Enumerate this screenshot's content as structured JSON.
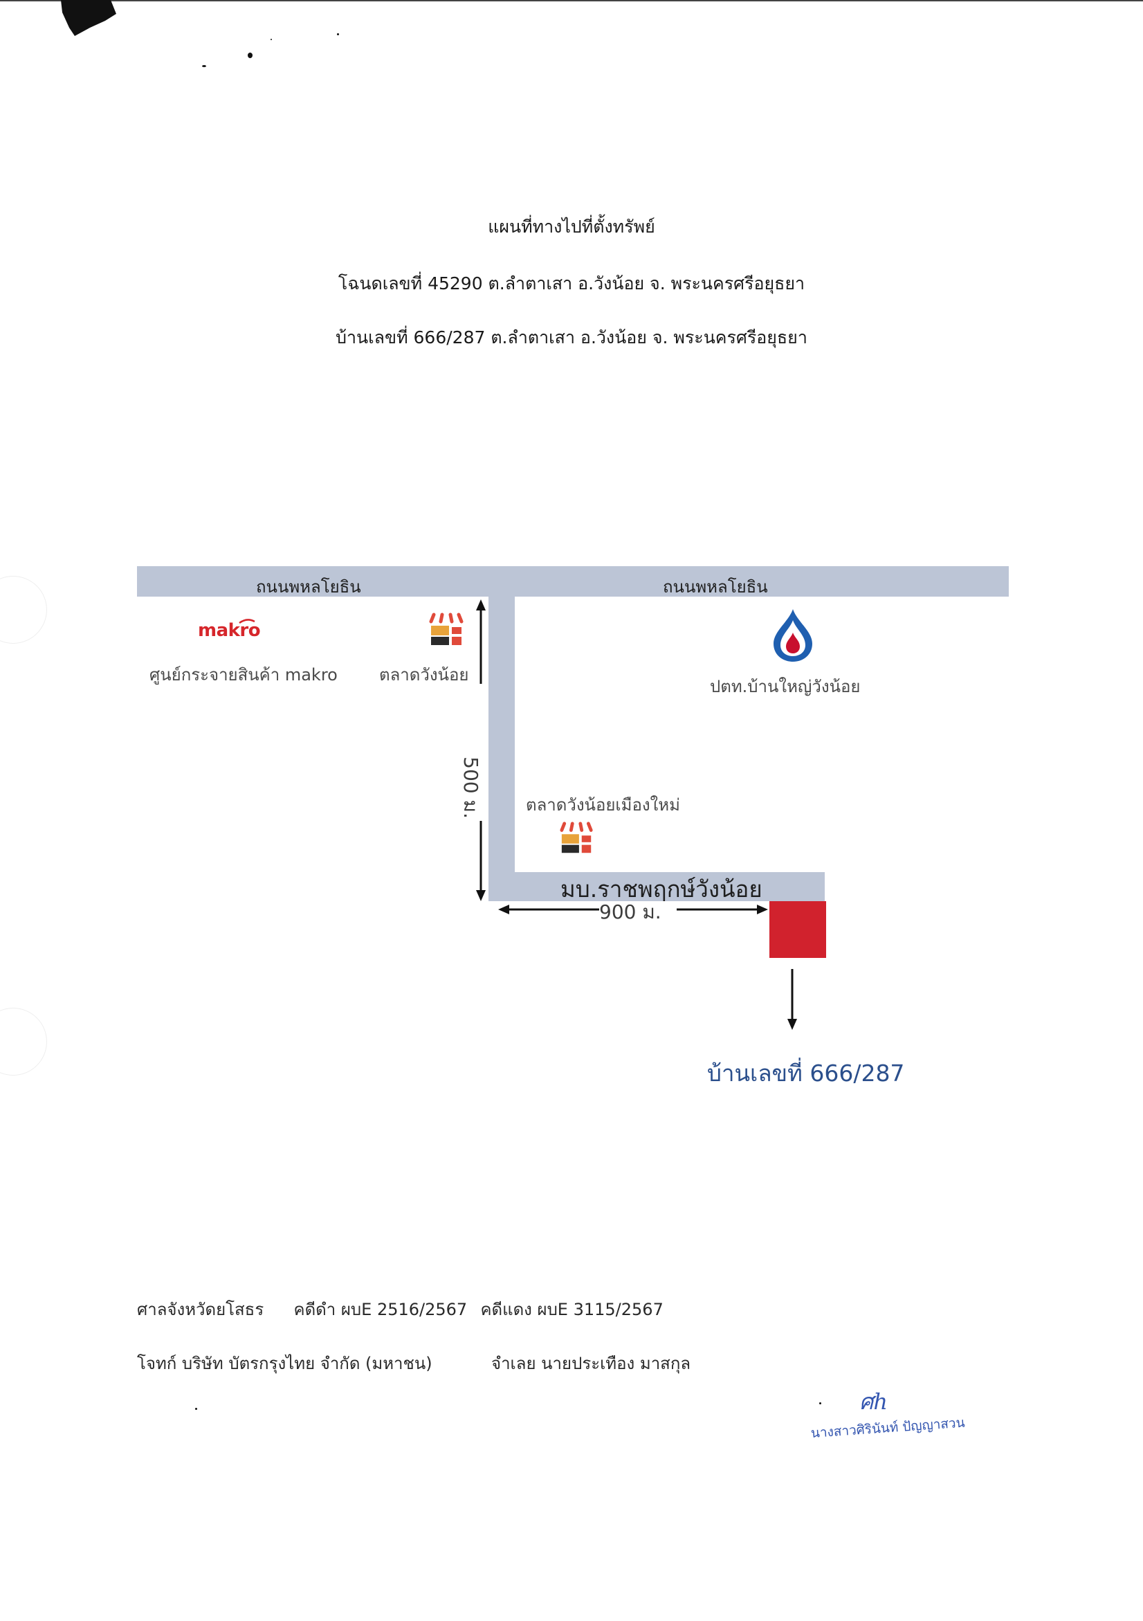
{
  "header": {
    "title": "แผนที่ทางไปที่ตั้งทรัพย์",
    "deed_line": "โฉนดเลขที่ 45290 ต.ลำตาเสา อ.วังน้อย  จ. พระนครศรีอยุธยา",
    "house_line": "บ้านเลขที่ 666/287 ต.ลำตาเสา อ.วังน้อย  จ. พระนครศรีอยุธยา"
  },
  "map": {
    "road_left_label": "ถนนพหลโยธิน",
    "road_right_label": "ถนนพหลโยธิน",
    "makro_logo": "makro",
    "makro_label": "ศูนย์กระจายสินค้า makro",
    "market_label": "ตลาดวังน้อย",
    "ptt_label": "ปตท.บ้านใหญ่วังน้อย",
    "market2_label": "ตลาดวังน้อยเมืองใหม่",
    "village_label": "มบ.ราชพฤกษ์วังน้อย",
    "distance_vertical": "500 ม.",
    "distance_horizontal": "900 ม.",
    "house_number": "บ้านเลขที่ 666/287",
    "colors": {
      "road": "#bcc5d6",
      "target": "#d1222d",
      "ptt_blue": "#1f5fb0",
      "ptt_red": "#c8102e",
      "house_text": "#2b4f8c"
    }
  },
  "footer": {
    "court": "ศาลจังหวัดยโสธร",
    "black_case": "คดีดำ ผบE 2516/2567",
    "red_case": "คดีแดง ผบE 3115/2567",
    "plaintiff": "โจทก์ บริษัท บัตรกรุงไทย จำกัด (มหาชน)",
    "defendant": "จำเลย นายประเทือง มาสกุล"
  },
  "signature": {
    "initials": "ศh",
    "name": "นางสาวศิรินันท์ ปัญญาสวน"
  }
}
